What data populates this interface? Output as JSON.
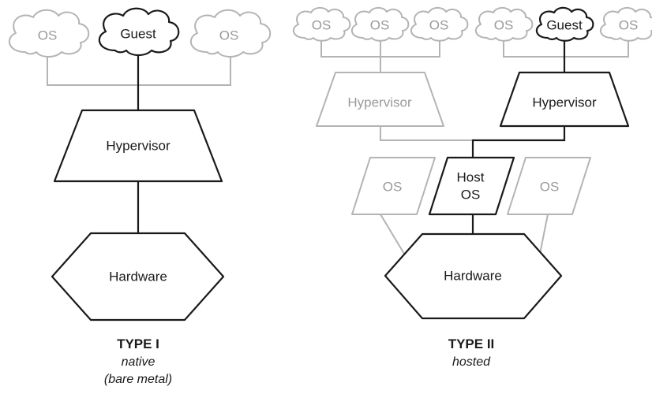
{
  "type1": {
    "clouds": [
      {
        "label": "OS",
        "tone": "light"
      },
      {
        "label": "Guest",
        "tone": "dark"
      },
      {
        "label": "OS",
        "tone": "light"
      }
    ],
    "hypervisor": "Hypervisor",
    "hardware": "Hardware",
    "caption": {
      "title": "TYPE I",
      "line1": "native",
      "line2": "(bare metal)"
    }
  },
  "type2": {
    "left_clouds": [
      {
        "label": "OS",
        "tone": "light"
      },
      {
        "label": "OS",
        "tone": "light"
      },
      {
        "label": "OS",
        "tone": "light"
      }
    ],
    "right_clouds": [
      {
        "label": "OS",
        "tone": "light"
      },
      {
        "label": "Guest",
        "tone": "dark"
      },
      {
        "label": "OS",
        "tone": "light"
      }
    ],
    "left_hypervisor": "Hypervisor",
    "right_hypervisor": "Hypervisor",
    "os_left": "OS",
    "host_os_line1": "Host",
    "host_os_line2": "OS",
    "os_right": "OS",
    "hardware": "Hardware",
    "caption": {
      "title": "TYPE II",
      "line1": "hosted"
    }
  },
  "colors": {
    "dark": "#1a1a1a",
    "light": "#b4b4b4"
  }
}
